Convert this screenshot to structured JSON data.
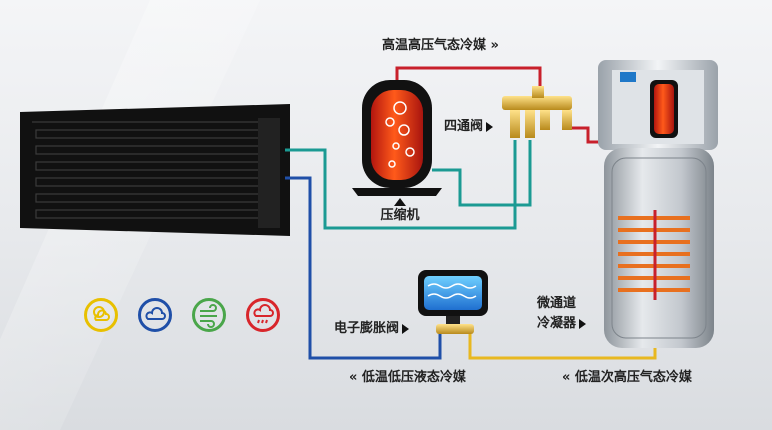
{
  "labels": {
    "high_temp_gas": "高温高压气态冷媒 »",
    "four_way_valve": "四通阀",
    "compressor": "压缩机",
    "condenser_line1": "微通道",
    "condenser_line2": "冷凝器",
    "expansion_valve": "电子膨胀阀",
    "low_temp_liquid": "« 低温低压液态冷媒",
    "mid_temp_gas": "« 低温次高压气态冷媒"
  },
  "colors": {
    "hot_pipe": "#c8202b",
    "cold_pipe": "#1f4fa8",
    "teal_pipe": "#1b9a93",
    "yellow_pipe": "#e8b820",
    "panel": "#1a1a1a",
    "tank_body": "#c8cdd3",
    "icon_yellow": "#e8c000",
    "icon_blue": "#1f4fa8",
    "icon_green": "#4aa64a",
    "icon_red": "#d8262b"
  },
  "weather_icons": [
    {
      "name": "sun-cloud-icon"
    },
    {
      "name": "cloud-icon"
    },
    {
      "name": "wind-icon"
    },
    {
      "name": "rain-icon"
    }
  ]
}
